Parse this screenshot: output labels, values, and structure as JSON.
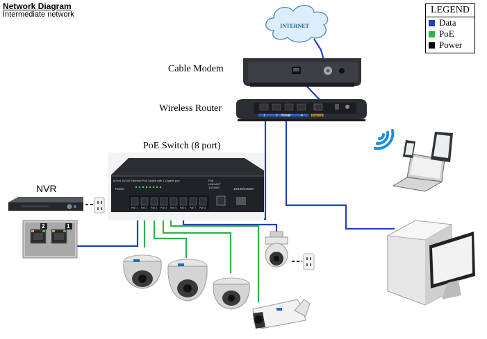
{
  "header": {
    "title": "Network Diagram",
    "subtitle": "Intermediate network"
  },
  "legend": {
    "title": "LEGEND",
    "items": [
      {
        "label": "Data",
        "color": "#1f3fbf"
      },
      {
        "label": "PoE",
        "color": "#2db34a"
      },
      {
        "label": "Power",
        "color": "#000000"
      }
    ]
  },
  "cloud": {
    "label": "INTERNET"
  },
  "devices": {
    "modem": {
      "label": "Cable Modem"
    },
    "router": {
      "label": "Wireless Router",
      "port_labels": [
        "1",
        "2",
        "Home",
        "3",
        "4",
        "Internet"
      ]
    },
    "switch": {
      "label": "PoE Switch (8 port)",
      "model_text": "8-Port 10/100 Ethernet PoE Switch with 1-Gigabit port",
      "power_text": "Power",
      "indicator_labels": [
        "PoE",
        "LINK/ACT",
        "10/100M"
      ],
      "uplink_speed": "10/100/1000M",
      "port_labels": [
        "PoE 1",
        "PoE 2",
        "PoE 3",
        "PoE 4",
        "PoE 5",
        "PoE 6",
        "PoE 7",
        "PoE 8"
      ]
    },
    "nvr": {
      "label": "NVR",
      "port_labels": [
        "2",
        "1"
      ]
    }
  },
  "colors": {
    "data": "#1f3fbf",
    "poe": "#2db34a",
    "power": "#000000",
    "device_dark": "#2a2d33",
    "cloud_fill": "#dbeefa",
    "cloud_text": "#23639b"
  },
  "icons": [
    "cloud-icon",
    "cable-modem-icon",
    "wireless-router-icon",
    "poe-switch-icon",
    "nvr-icon",
    "wifi-signal-icon",
    "laptop-icon",
    "tablet-icon",
    "phone-icon",
    "desktop-computer-icon",
    "dome-camera-icon",
    "ptz-camera-icon",
    "bullet-camera-icon",
    "power-outlet-icon"
  ]
}
